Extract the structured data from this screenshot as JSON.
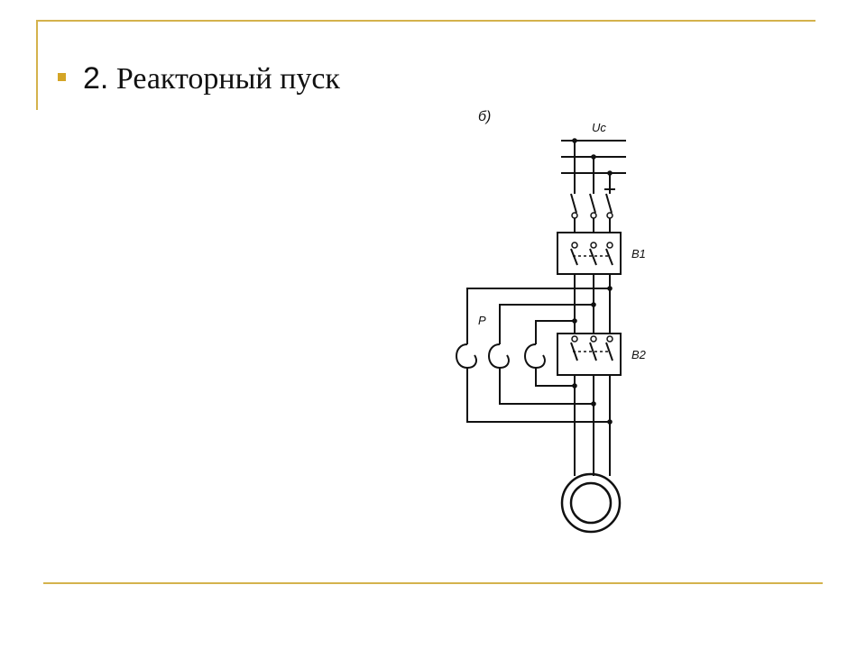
{
  "slide": {
    "title_number": "2.",
    "title_text": " Реакторный пуск"
  },
  "diagram": {
    "sub_label": "б)",
    "supply_label": "Uc",
    "breaker1_label": "B1",
    "breaker2_label": "B2",
    "reactor_label": "P"
  },
  "colors": {
    "frame": "#d4b24c",
    "bullet": "#d4a526",
    "line": "#111111"
  }
}
